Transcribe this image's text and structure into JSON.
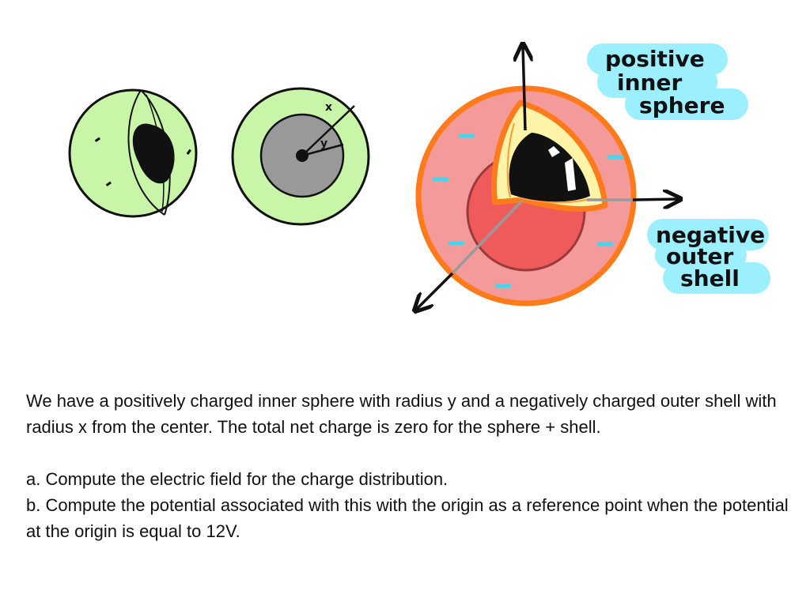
{
  "diagram": {
    "sphere_symbols": {
      "inner_plus": "+",
      "minus": "-"
    },
    "radius_labels": {
      "outer": "x",
      "inner": "y"
    },
    "callouts": {
      "inner": [
        "positive",
        "inner",
        "sphere"
      ],
      "outer": [
        "negative",
        "outer",
        "shell"
      ]
    },
    "colors": {
      "light_green": "#c9f5a8",
      "gray": "#999999",
      "pink": "#f59a9a",
      "red_core": "#ef5a5a",
      "orange": "#ff7a1a",
      "yellow": "#fff4a8",
      "cyan": "#3fd8ee",
      "label_bg": "#9cefff",
      "axis_gray": "#9a9a9a"
    }
  },
  "problem": {
    "intro": "We have a positively charged inner sphere with radius y and a negatively charged outer shell with radius x from the center. The total net charge is zero for the sphere + shell.",
    "part_a": "a. Compute the electric field for the charge distribution.",
    "part_b": "b. Compute the potential associated with this with the origin as a reference point when the potential at the origin is equal to 12V."
  }
}
